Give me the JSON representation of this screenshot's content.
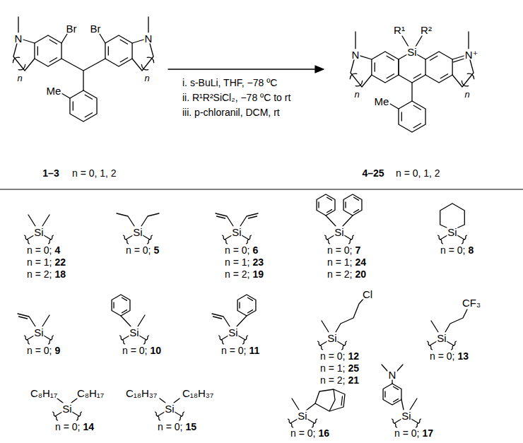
{
  "diagram": {
    "labels": [
      "Br",
      "Br",
      "N",
      "N",
      "n",
      "n",
      "Me",
      "1–3",
      "n = 0, 1, 2",
      "i. s-BuLi, THF, −78 ºC",
      "ii. R¹R²SiCl₂, −78 ºC to rt",
      "iii. p-chloranil, DCM, rt",
      "R¹",
      "R²",
      "Si",
      "N",
      "N⁺",
      "n",
      "n",
      "Me",
      "4–25",
      "n = 0, 1, 2",
      "Si",
      "n = 0;",
      "4",
      "n = 1;",
      "22",
      "n = 2;",
      "18",
      "Si",
      "n = 0;",
      "5",
      "Si",
      "n = 0;",
      "6",
      "n = 1;",
      "23",
      "n = 2;",
      "19",
      "Si",
      "n = 0;",
      "7",
      "n = 1;",
      "24",
      "n = 2;",
      "20",
      "Si",
      "n = 0;",
      "8",
      "Si",
      "n = 0;",
      "9",
      "Si",
      "n = 0;",
      "10",
      "Si",
      "n = 0;",
      "11",
      "Cl",
      "Si",
      "n = 0;",
      "12",
      "n = 1;",
      "25",
      "n = 2;",
      "21",
      "CF₃",
      "Si",
      "n = 0;",
      "13",
      "C₈H₁₇",
      "Si",
      "C₈H₁₇",
      "n = 0;",
      "14",
      "C₁₈H₃₇",
      "Si",
      "C₁₈H₃₇",
      "n = 0;",
      "15",
      "Si",
      "n = 0;",
      "16",
      "N",
      "Si",
      "n = 0;",
      "17"
    ]
  }
}
